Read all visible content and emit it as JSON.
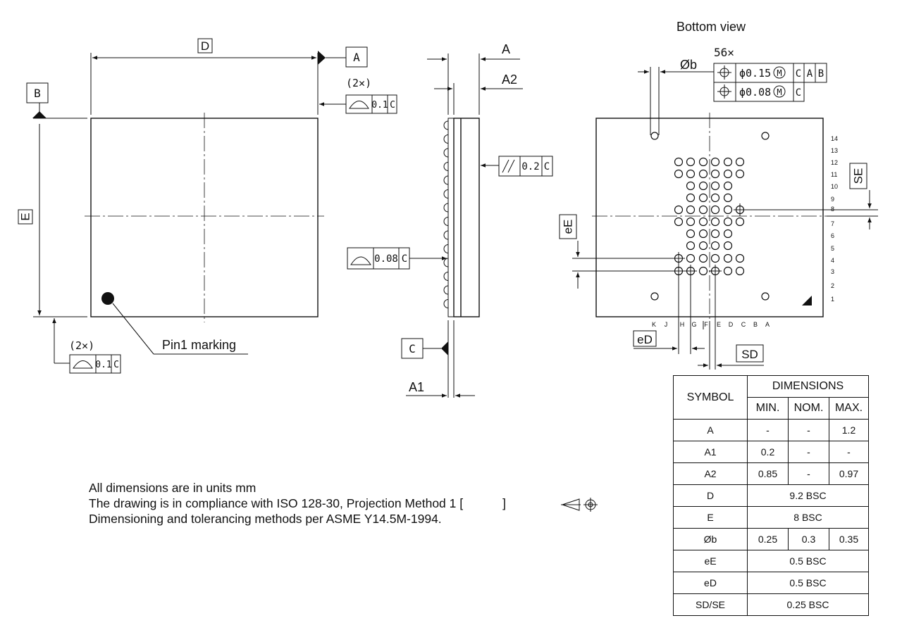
{
  "top_view": {
    "label_D": "D",
    "label_E": "E",
    "datum_A": "A",
    "datum_B": "B",
    "flat_count_1": "(2✕)",
    "flat_value_1": "0.1",
    "flat_datum_1": "C",
    "flat_count_2": "(2✕)",
    "flat_value_2": "0.1",
    "flat_datum_2": "C",
    "pin1_label": "Pin1 marking"
  },
  "side_view": {
    "label_A": "A",
    "label_A2": "A2",
    "label_A1": "A1",
    "datum_C": "C",
    "parallel_value": "0.2",
    "parallel_datum": "C",
    "coplanar_value": "0.08",
    "coplanar_datum": "C"
  },
  "bottom_view": {
    "title": "Bottom view",
    "ball_count": "56✕",
    "ball_dia_label": "Øb",
    "pos_tol_1": "ϕ0.15",
    "pos_tol_1_datums": [
      "C",
      "A",
      "B"
    ],
    "pos_tol_2": "ϕ0.08",
    "pos_tol_2_datums": [
      "C"
    ],
    "material_modifier": "M",
    "row_labels": [
      "14",
      "13",
      "12",
      "11",
      "10",
      "9",
      "8",
      "7",
      "6",
      "5",
      "4",
      "3",
      "2",
      "1"
    ],
    "col_labels": [
      "K",
      "J",
      "H",
      "G",
      "F",
      "E",
      "D",
      "C",
      "B",
      "A"
    ],
    "label_SE": "SE",
    "label_eE": "eE",
    "label_eD": "eD",
    "label_SD": "SD"
  },
  "notes": [
    "All dimensions are in units mm",
    "The drawing is in compliance with ISO 128-30, Projection Method 1 [",
    "]",
    "Dimensioning and tolerancing methods per ASME Y14.5M-1994."
  ],
  "table": {
    "symbol_header": "SYMBOL",
    "dimensions_header": "DIMENSIONS",
    "min_header": "MIN.",
    "nom_header": "NOM.",
    "max_header": "MAX.",
    "rows": [
      {
        "symbol": "A",
        "min": "-",
        "nom": "-",
        "max": "1.2"
      },
      {
        "symbol": "A1",
        "min": "0.2",
        "nom": "-",
        "max": "-"
      },
      {
        "symbol": "A2",
        "min": "0.85",
        "nom": "-",
        "max": "0.97"
      },
      {
        "symbol": "D",
        "span": "9.2 BSC"
      },
      {
        "symbol": "E",
        "span": "8 BSC"
      },
      {
        "symbol": "Øb",
        "min": "0.25",
        "nom": "0.3",
        "max": "0.35"
      },
      {
        "symbol": "eE",
        "span": "0.5 BSC"
      },
      {
        "symbol": "eD",
        "span": "0.5 BSC"
      },
      {
        "symbol": "SD/SE",
        "span": "0.25 BSC"
      }
    ]
  }
}
